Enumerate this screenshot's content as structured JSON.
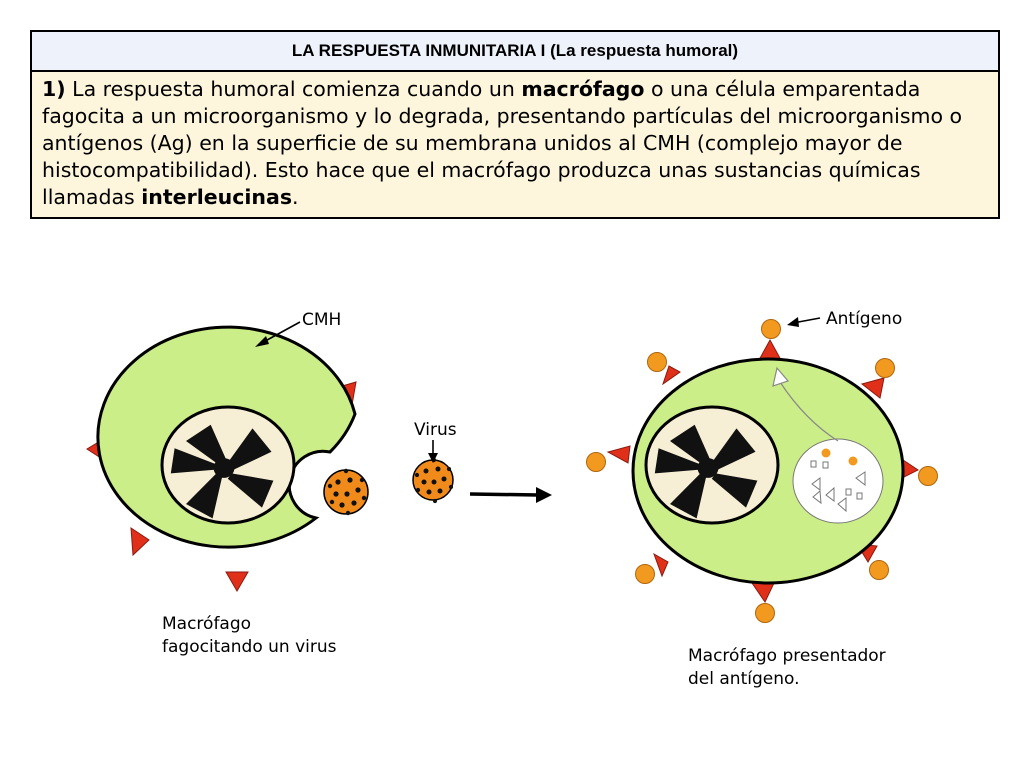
{
  "header": {
    "title": "LA RESPUESTA INMUNITARIA I (La respuesta humoral)"
  },
  "paragraph": {
    "step": "1)",
    "part1": " La respuesta humoral comienza cuando un ",
    "bold1": "macrófago",
    "part2": " o una célula emparentada fagocita a un microorganismo y lo degrada, presentando partículas del microorganismo o antígenos (Ag) en la superficie de su membrana unidos al CMH (complejo mayor de histocompatibilidad). Esto hace que el macrófago produzca unas sustancias químicas llamadas ",
    "bold2": "interleucinas",
    "part3": "."
  },
  "labels": {
    "cmh": "CMH",
    "virus": "Virus",
    "antigeno": "Antígeno",
    "left_caption_line1": "Macrófago",
    "left_caption_line2": "fagocitando un virus",
    "right_caption_line1": "Macrófago presentador",
    "right_caption_line2": "del antígeno."
  },
  "colors": {
    "cell_fill": "#ccee88",
    "receptor": "#e0301a",
    "antigen": "#f29a1f",
    "virus": "#f08a1a",
    "header_bg": "#eef2fb",
    "body_bg": "#fdf6dc"
  }
}
